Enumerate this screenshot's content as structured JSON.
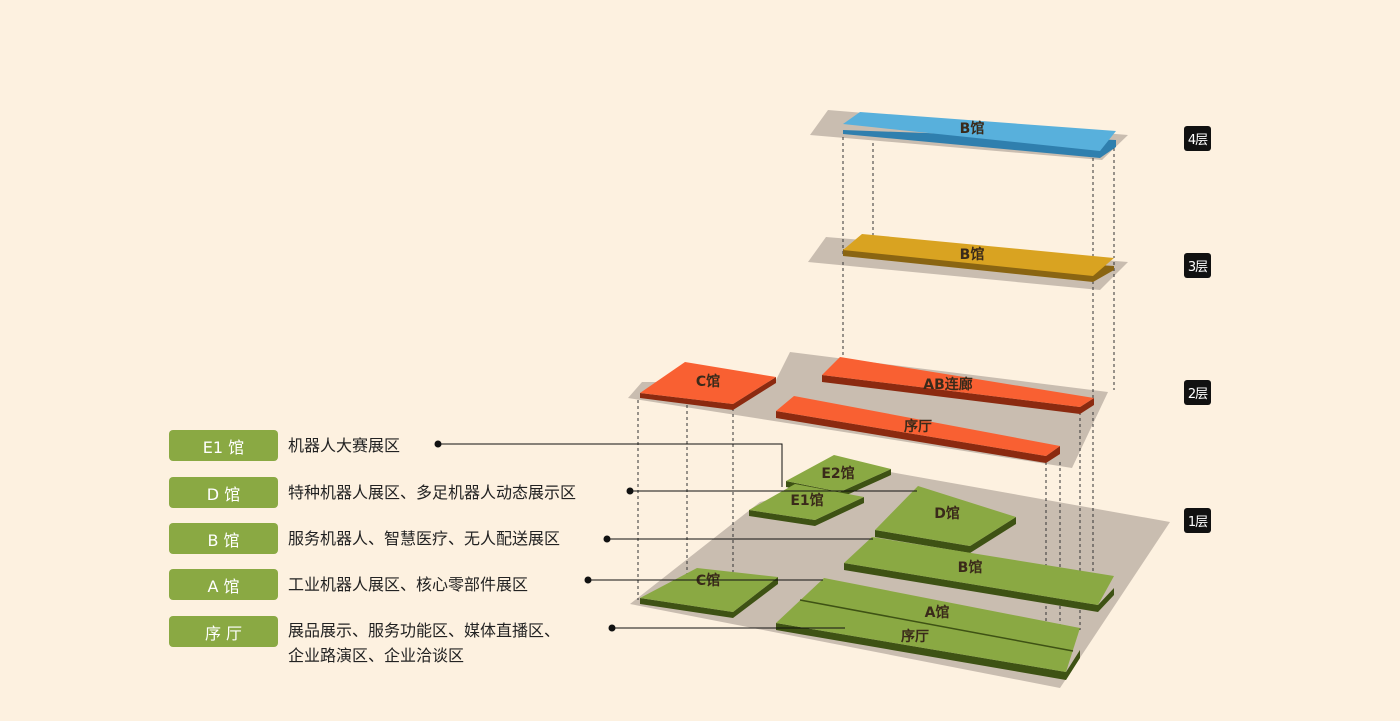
{
  "levels": [
    "4层",
    "3层",
    "2层",
    "1层"
  ],
  "halls": {
    "f4_b": "B馆",
    "f3_b": "B馆",
    "f2_c": "C馆",
    "f2_ab": "AB连廊",
    "f2_lobby": "序厅",
    "f1_e2": "E2馆",
    "f1_e1": "E1馆",
    "f1_d": "D馆",
    "f1_b": "B馆",
    "f1_c": "C馆",
    "f1_a": "A馆",
    "f1_lobby": "序厅"
  },
  "legend": [
    {
      "hall": "E1 馆",
      "desc_lines": [
        "机器人大赛展区"
      ]
    },
    {
      "hall": "D  馆",
      "desc_lines": [
        "特种机器人展区、多足机器人动态展示区"
      ]
    },
    {
      "hall": "B  馆",
      "desc_lines": [
        "服务机器人、智慧医疗、无人配送展区"
      ]
    },
    {
      "hall": "A  馆",
      "desc_lines": [
        "工业机器人展区、核心零部件展区"
      ]
    },
    {
      "hall": "序 厅",
      "desc_lines": [
        "展品展示、服务功能区、媒体直播区、",
        "企业路演区、企业洽谈区"
      ]
    }
  ],
  "colors": {
    "background": "#fdf1e0",
    "floor_plate": "#c9bdb0",
    "blue": "#58b0dc",
    "yellow": "#d9a321",
    "orange": "#f96032",
    "green": "#8aa943",
    "badge": "#8aa943",
    "level_badge": "#111111"
  }
}
